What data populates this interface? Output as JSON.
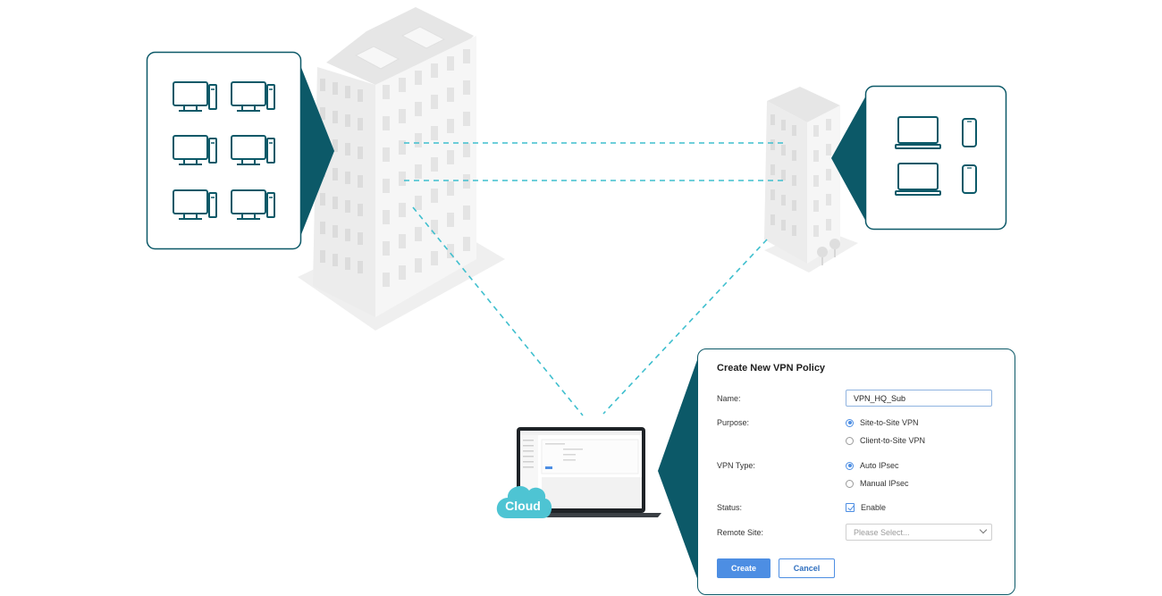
{
  "colors": {
    "accent": "#0c5968",
    "link": "#3fbfce",
    "cloud": "#4ec4d3",
    "primary_button": "#4d8ee3"
  },
  "devices": {
    "hq_panel_icons": [
      "desktop-icon",
      "desktop-icon",
      "desktop-icon",
      "desktop-icon",
      "desktop-icon",
      "desktop-icon"
    ],
    "branch_panel_icons": [
      "laptop-icon",
      "phone-icon",
      "laptop-icon",
      "phone-icon"
    ]
  },
  "cloud": {
    "label": "Cloud"
  },
  "form": {
    "title": "Create New VPN Policy",
    "name_label": "Name:",
    "name_value": "VPN_HQ_Sub",
    "purpose_label": "Purpose:",
    "purpose_options": [
      "Site-to-Site VPN",
      "Client-to-Site VPN"
    ],
    "purpose_selected": "Site-to-Site VPN",
    "vpn_type_label": "VPN Type:",
    "vpn_type_options": [
      "Auto IPsec",
      "Manual IPsec"
    ],
    "vpn_type_selected": "Auto IPsec",
    "status_label": "Status:",
    "status_option": "Enable",
    "status_checked": true,
    "remote_site_label": "Remote Site:",
    "remote_site_placeholder": "Please Select...",
    "create_label": "Create",
    "cancel_label": "Cancel"
  }
}
